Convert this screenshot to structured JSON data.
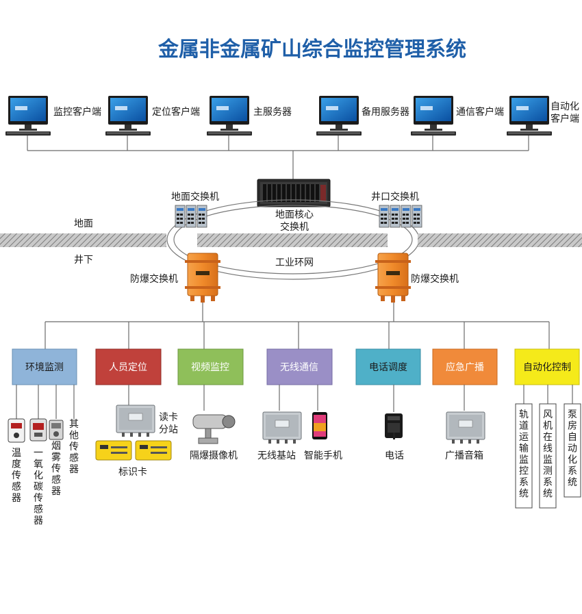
{
  "title": "金属非金属矿山综合监控管理系统",
  "clients": [
    "监控客户端",
    "定位客户端",
    "主服务器",
    "备用服务器",
    "通信客户端",
    "自动化",
    "客户端"
  ],
  "surface": {
    "ground_label": "地面",
    "underground_label": "井下",
    "switch_left": "地面交换机",
    "switch_right": "井口交换机",
    "core_line1": "地面核心",
    "core_line2": "交换机",
    "ring_label": "工业环网",
    "explosion_left": "防爆交换机",
    "explosion_right": "防爆交换机"
  },
  "subsystems": [
    {
      "label": "环境监测",
      "color": "#8fb4d9",
      "text_color": "#1a1a1a"
    },
    {
      "label": "人员定位",
      "color": "#c0413b",
      "text_color": "#ffffff"
    },
    {
      "label": "视频监控",
      "color": "#8fbf5a",
      "text_color": "#ffffff"
    },
    {
      "label": "无线通信",
      "color": "#9a8fc6",
      "text_color": "#ffffff"
    },
    {
      "label": "电话调度",
      "color": "#4fb0c8",
      "text_color": "#1a1a1a"
    },
    {
      "label": "应急广播",
      "color": "#f08a3a",
      "text_color": "#ffffff"
    },
    {
      "label": "自动化控制",
      "color": "#f5ea1a",
      "text_color": "#1a1a1a"
    }
  ],
  "sensors": {
    "temp": "温度传感器",
    "co": "一氧化碳传感器",
    "smoke": "烟雾传感器",
    "other": "其他传感器"
  },
  "devices": {
    "reader_line1": "读卡",
    "reader_line2": "分站",
    "tag": "标识卡",
    "camera": "隔爆摄像机",
    "base_station": "无线基站",
    "phone_smart": "智能手机",
    "telephone": "电话",
    "speaker": "广播音箱"
  },
  "automation": [
    "轨道运输监控系统",
    "风机在线监测系统",
    "泵房自动化系统"
  ],
  "colors": {
    "title": "#1f5fa8",
    "explosion_orange": "#f08a2a"
  }
}
